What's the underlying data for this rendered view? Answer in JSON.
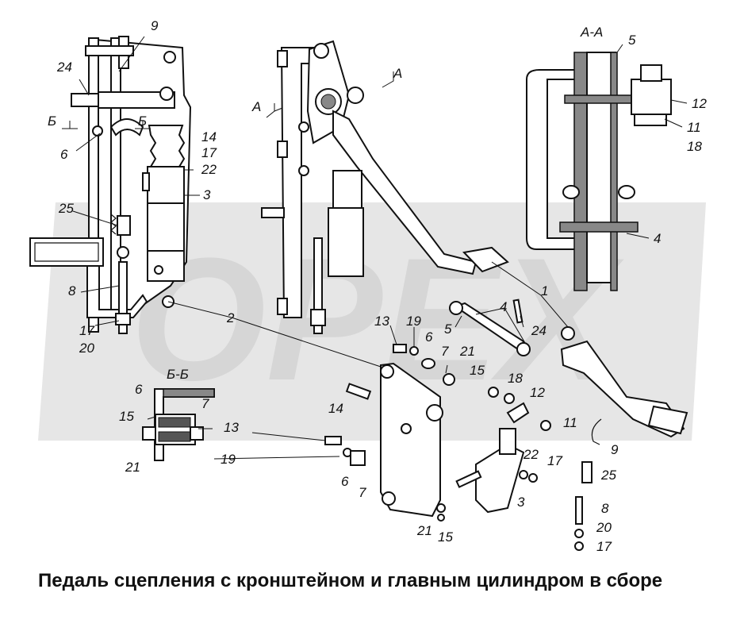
{
  "caption": "Педаль сцепления с кронштейном и главным цилиндром в сборе",
  "watermark": "OPEX",
  "colors": {
    "ink": "#111111",
    "watermark": "#d6d6d6",
    "background": "#ffffff"
  },
  "section_labels": {
    "a_a": "А-А",
    "b_b": "Б-Б",
    "a_left": "А",
    "a_right": "А",
    "b_left": "Б",
    "b_right": "Б"
  },
  "labels": {
    "l9_top": "9",
    "l24_left": "24",
    "l6_left": "6",
    "l14_left": "14",
    "l17_left": "17",
    "l22_left": "22",
    "l3_left": "3",
    "l25_left": "25",
    "l8_left": "8",
    "l17_bottom": "17",
    "l20_bottom": "20",
    "l2": "2",
    "l5_aa": "5",
    "l12_aa": "12",
    "l11_aa": "11",
    "l18_aa": "18",
    "l4_aa": "4",
    "l1": "1",
    "l4_mid": "4",
    "l5_mid": "5",
    "l24_mid": "24",
    "l13_mid": "13",
    "l19_mid": "19",
    "l6_mid": "6",
    "l7_mid": "7",
    "l21_mid": "21",
    "l15_mid": "15",
    "l18_mid": "18",
    "l12_mid": "12",
    "l14_mid": "14",
    "l11_mid": "11",
    "l9_right": "9",
    "l22_mid": "22",
    "l17_mid": "17",
    "l25_right": "25",
    "l3_mid": "3",
    "l8_right": "8",
    "l20_right": "20",
    "l17_right": "17",
    "l21_bottom": "21",
    "l15_bottom": "15",
    "l6_bb": "6",
    "l7_bb": "7",
    "l15_bb": "15",
    "l13_bb": "13",
    "l21_bb": "21",
    "l19_bb": "19",
    "l6_exp": "6",
    "l7_exp": "7"
  }
}
